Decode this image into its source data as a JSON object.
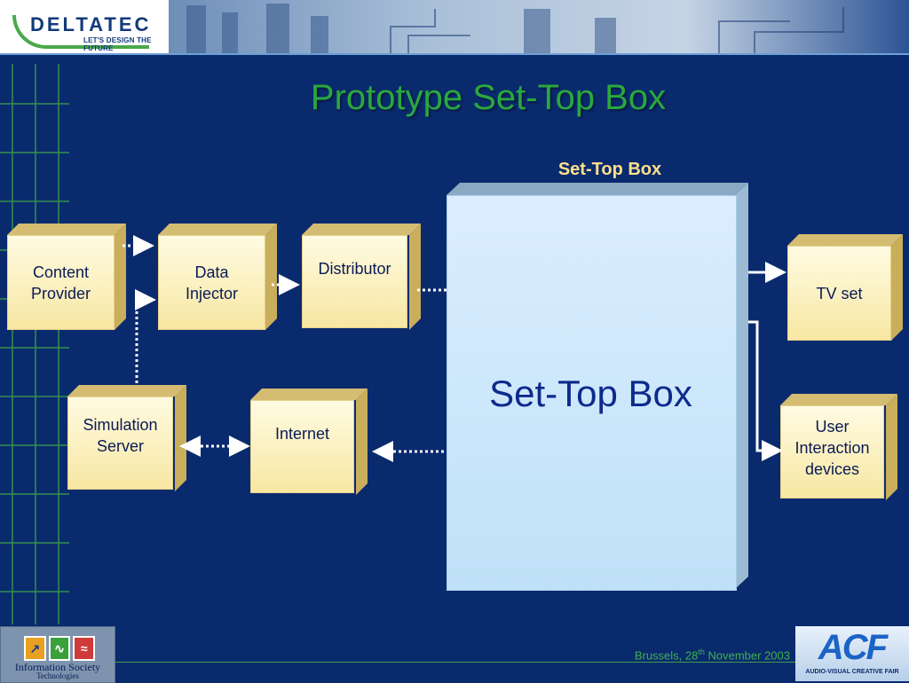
{
  "header": {
    "logo_text": "DELTATEC",
    "logo_tagline": "LET'S DESIGN THE FUTURE"
  },
  "slide": {
    "title": "Prototype Set-Top Box",
    "stb_top_label": "Set-Top Box",
    "stb_center_label": "Set-Top Box"
  },
  "nodes": {
    "content_provider": "Content\nProvider",
    "data_injector": "Data\nInjector",
    "distributor": "Distributor",
    "simulation_server": "Simulation\nServer",
    "internet": "Internet",
    "tv_set": "TV set",
    "user_interaction": "User\nInteraction\ndevices"
  },
  "footer": {
    "location": "Brussels, 28",
    "sup": "th",
    "date_rest": " November 2003",
    "left_logo_title": "Information Society",
    "left_logo_sub": "Technologies",
    "right_logo_text": "ACF",
    "right_logo_sub": "AUDIO-VISUAL CREATIVE FAIR"
  },
  "colors": {
    "background": "#0a2a6e",
    "title": "#2aa83c",
    "label": "#ffe08a",
    "box_front": "#fdf3c4",
    "stb_front": "#cfe8fb",
    "connector": "#ffffff",
    "footer_text": "#3fb14b"
  },
  "icons": {
    "left_logo": "information-society-logo",
    "right_logo": "acf-logo"
  }
}
